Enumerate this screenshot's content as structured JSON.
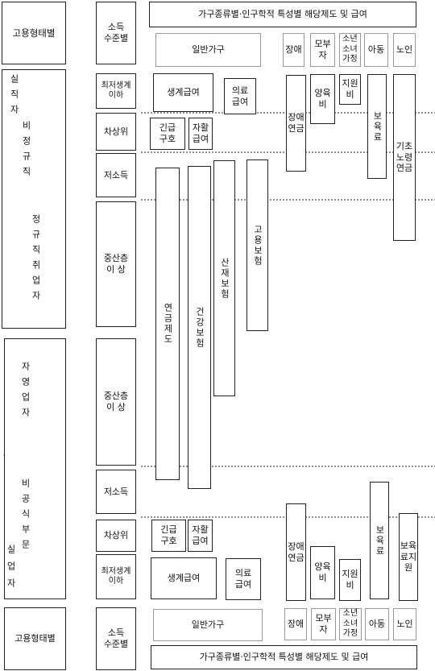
{
  "header": {
    "employment_type": "고용형태별",
    "income_level": "소득\n수준별",
    "household_title": "가구종류별·인구학적 특성별 해당제도 및 급여",
    "general_household": "일반가구",
    "categories": [
      "장애",
      "모부\n자",
      "소년\n소녀\n가정",
      "아동",
      "노인"
    ]
  },
  "footer": {
    "employment_type": "고용형태별",
    "income_level": "소득\n수준별",
    "household_title": "가구종류별·인구학적 특성별 해당제도 및 급여",
    "general_household": "일반가구",
    "categories": [
      "장애",
      "모부\n자",
      "소년\n소녀\n가정",
      "아동",
      "노인"
    ]
  },
  "employment_groups": {
    "top": {
      "unemployed": "실직자",
      "irregular": "비정규직",
      "regular": "정규직취업자"
    },
    "bottom": {
      "self_employed": "자영업자",
      "informal": "비공식부문",
      "unemployed_bottom": "실업자"
    }
  },
  "income_levels": {
    "top": [
      "최저생계\n이하",
      "차상위",
      "저소득",
      "중산층\n이 상"
    ],
    "bottom": [
      "중산층\n이 상",
      "저소득",
      "차상위",
      "최저생계\n이하"
    ]
  },
  "programs": {
    "top": {
      "livelihood": "생계급여",
      "medical": "의료\n급여",
      "emergency": "긴급\n구호",
      "self_support": "자활\n급여",
      "disability_pension": "장애\n연금",
      "child_support": "양육\n비",
      "support": "지원\n비",
      "childcare_fee": "보육료",
      "basic_pension": "기초\n노령\n연금"
    },
    "middle": {
      "pension": "연금제도",
      "health": "건강보험",
      "industrial": "산재보험",
      "employment": "고용보험"
    },
    "bottom": {
      "emergency": "긴급\n구호",
      "self_support": "자활\n급여",
      "livelihood": "생계급여",
      "medical": "의료\n급여",
      "disability_pension": "장애\n연금",
      "child_support": "양육\n비",
      "support": "지원\n비",
      "childcare_fee": "보육료",
      "childcare_support": "보육\n료지\n원"
    }
  }
}
